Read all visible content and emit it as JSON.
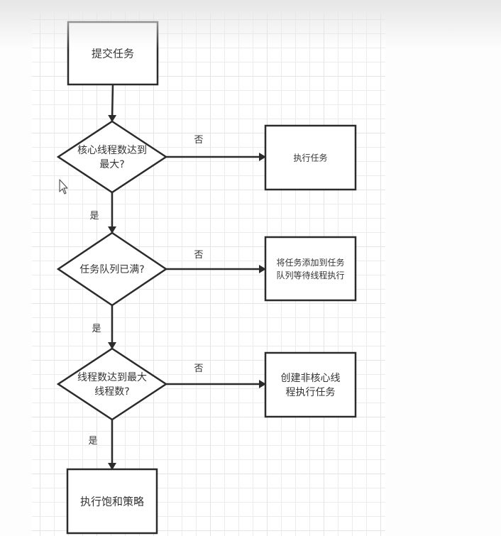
{
  "diagram": {
    "type": "flowchart",
    "colors": {
      "stroke": "#2b2b2b",
      "fill": "#ffffff",
      "text": "#333333",
      "grid": "#e8e8e8"
    },
    "nodes": [
      {
        "id": "submit",
        "shape": "rect",
        "label": "提交任务",
        "lines": [
          "提交任务"
        ]
      },
      {
        "id": "core_full",
        "shape": "diamond",
        "label": "核心线程数达到最大?",
        "lines": [
          "核心线程数达到",
          "最大?"
        ]
      },
      {
        "id": "exec_task",
        "shape": "rect",
        "label": "执行任务",
        "lines": [
          "执行任务"
        ]
      },
      {
        "id": "queue_full",
        "shape": "diamond",
        "label": "任务队列已满?",
        "lines": [
          "任务队列已满?"
        ]
      },
      {
        "id": "enqueue",
        "shape": "rect",
        "label": "将任务添加到任务队列等待线程执行",
        "lines": [
          "将任务添加到任务",
          "队列等待线程执行"
        ]
      },
      {
        "id": "max_full",
        "shape": "diamond",
        "label": "线程数达到最大线程数?",
        "lines": [
          "线程数达到最大",
          "线程数?"
        ]
      },
      {
        "id": "create_noncore",
        "shape": "rect",
        "label": "创建非核心线程执行任务",
        "lines": [
          "创建非核心线",
          "程执行任务"
        ]
      },
      {
        "id": "reject",
        "shape": "rect",
        "label": "执行饱和策略",
        "lines": [
          "执行饱和策略"
        ]
      }
    ],
    "edges": [
      {
        "from": "submit",
        "to": "core_full",
        "label": ""
      },
      {
        "from": "core_full",
        "to": "exec_task",
        "label": "否"
      },
      {
        "from": "core_full",
        "to": "queue_full",
        "label": "是"
      },
      {
        "from": "queue_full",
        "to": "enqueue",
        "label": "否"
      },
      {
        "from": "queue_full",
        "to": "max_full",
        "label": "是"
      },
      {
        "from": "max_full",
        "to": "create_noncore",
        "label": "否"
      },
      {
        "from": "max_full",
        "to": "reject",
        "label": "是"
      }
    ]
  },
  "cursor": {
    "icon": "mouse-pointer-icon"
  }
}
